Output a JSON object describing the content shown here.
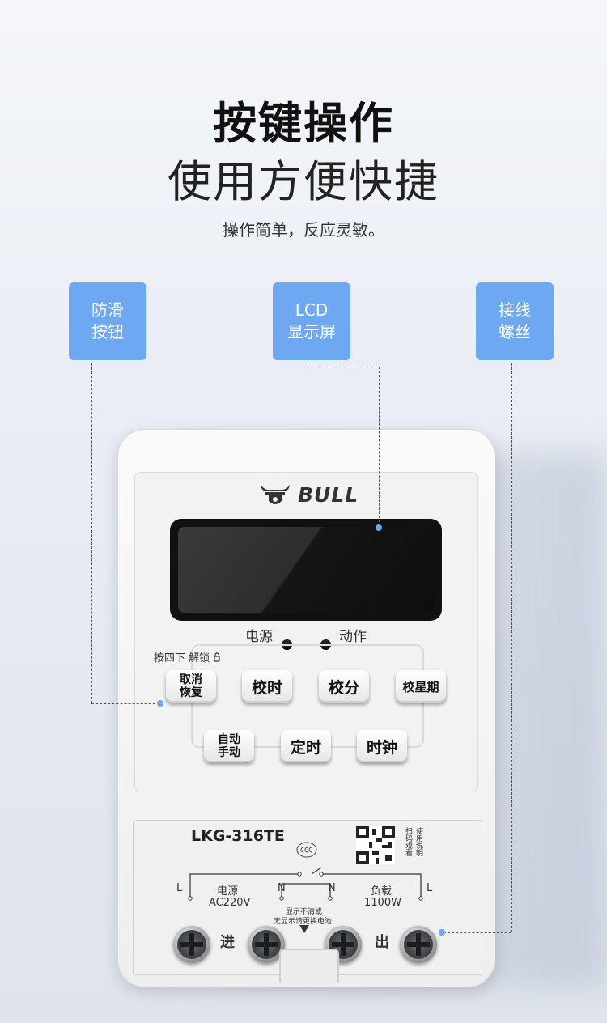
{
  "header": {
    "title_line1": "按键操作",
    "title_line2": "使用方便快捷",
    "subtitle": "操作简单，反应灵敏。"
  },
  "tags": {
    "buttons": {
      "line1": "防滑",
      "line2": "按钮"
    },
    "lcd": {
      "line1": "LCD",
      "line2": "显示屏"
    },
    "screws": {
      "line1": "接线",
      "line2": "螺丝"
    }
  },
  "device": {
    "brand": "BULL",
    "label_power": "电源",
    "label_action": "动作",
    "unlock_hint": "按四下 解锁",
    "buttons": {
      "cancel_l1": "取消",
      "cancel_l2": "恢复",
      "time": "校时",
      "minute": "校分",
      "week": "校星期",
      "auto_l1": "自动",
      "auto_l2": "手动",
      "timer": "定时",
      "clock": "时钟"
    },
    "model": "LKG-316TE",
    "qr_text_1": "扫码观看",
    "qr_text_2": "使用说明",
    "wiring": {
      "l_left": "L",
      "l_right": "L",
      "n_left": "N",
      "n_right": "N",
      "power": "电源",
      "voltage": "AC220V",
      "load": "负载",
      "watt": "1100W",
      "battery_line1": "显示不清或",
      "battery_line2": "无显示请更换电池",
      "in": "进",
      "out": "出"
    }
  },
  "colors": {
    "tag_blue": "#6ea7f2",
    "dot_blue": "#6ea7f2"
  }
}
